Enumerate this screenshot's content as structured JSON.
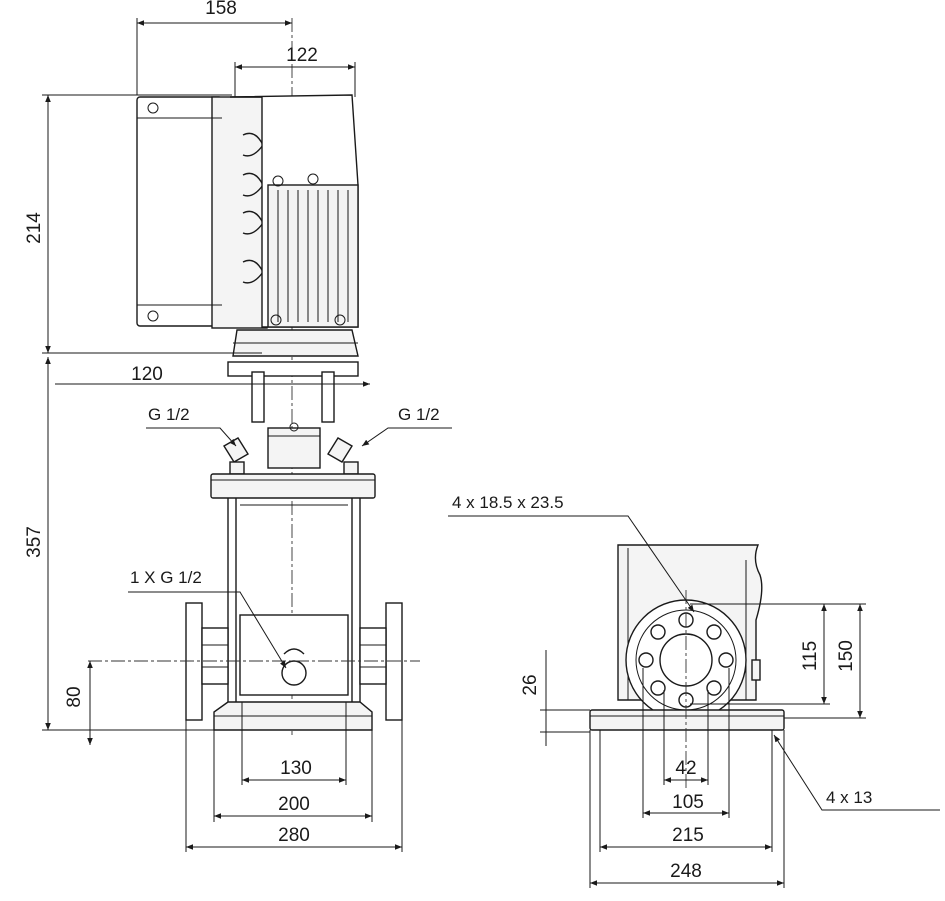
{
  "front_view": {
    "dim_158": "158",
    "dim_122": "122",
    "dim_214": "214",
    "dim_120": "120",
    "dim_357": "357",
    "dim_80": "80",
    "dim_130": "130",
    "dim_200": "200",
    "dim_280": "280",
    "label_g_left": "G 1/2",
    "label_g_right": "G 1/2",
    "label_drain": "1 X G 1/2"
  },
  "side_view": {
    "label_holes": "4 x 18.5 x 23.5",
    "label_mount": "4  x  13",
    "dim_115": "115",
    "dim_150": "150",
    "dim_26": "26",
    "dim_42": "42",
    "dim_105": "105",
    "dim_215": "215",
    "dim_248": "248"
  }
}
